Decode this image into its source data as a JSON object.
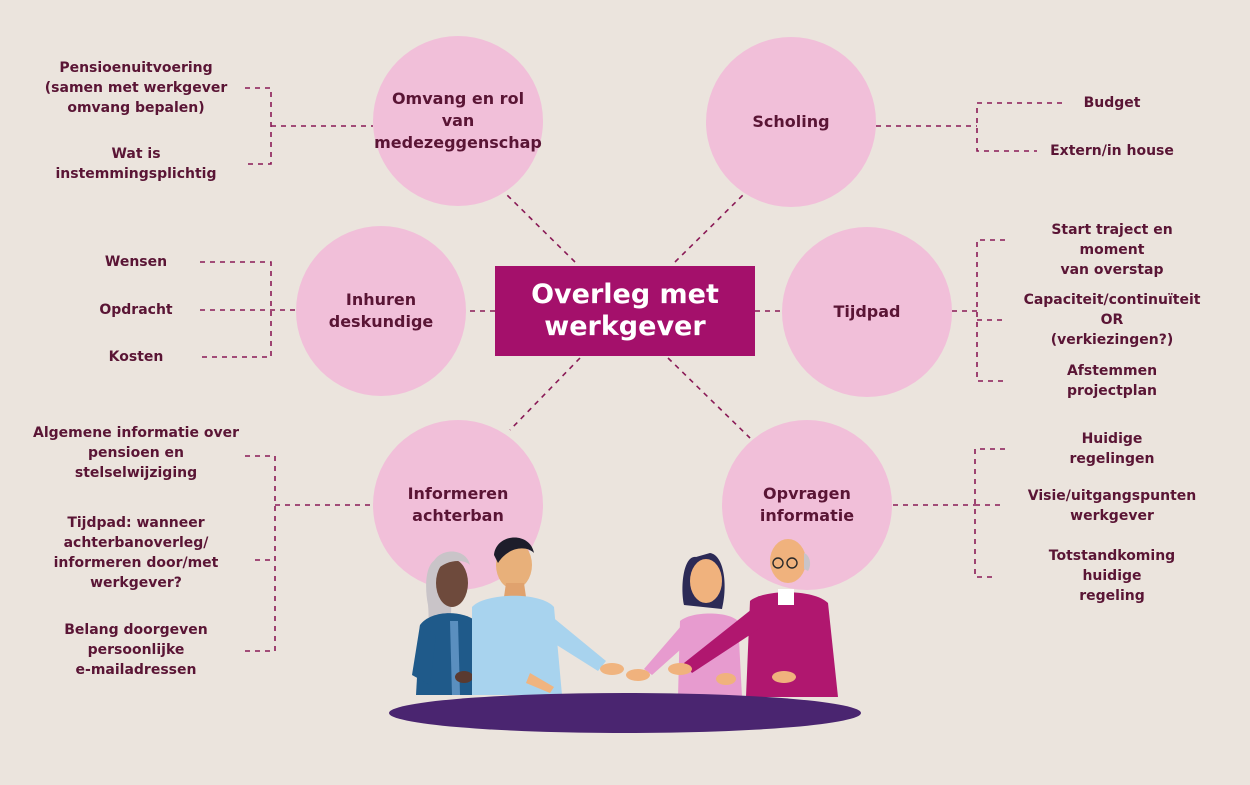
{
  "center": "Overleg met\nwerkgever",
  "bubbles": {
    "omvang": "Omvang en rol van\nmedezeggenschap",
    "scholing": "Scholing",
    "inhuren": "Inhuren\ndeskundige",
    "tijdpad": "Tijdpad",
    "informeren": "Informeren\nachterban",
    "opvragen": "Opvragen\ninformatie"
  },
  "labels": {
    "omvang": [
      "Pensioenuitvoering\n(samen met werkgever\nomvang bepalen)",
      "Wat is\ninstemmingsplichtig"
    ],
    "scholing": [
      "Budget",
      "Extern/in house"
    ],
    "inhuren": [
      "Wensen",
      "Opdracht",
      "Kosten"
    ],
    "tijdpad": [
      "Start traject en moment\nvan overstap",
      "Capaciteit/continuïteit OR\n(verkiezingen?)",
      "Afstemmen projectplan"
    ],
    "informeren": [
      "Algemene informatie over\npensioen en\nstelselwijziging",
      "Tijdpad: wanneer\nachterbanoverleg/\ninformeren door/met\nwerkgever?",
      "Belang doorgeven\npersoonlijke\ne-mailadressen"
    ],
    "opvragen": [
      "Huidige regelingen",
      "Visie/uitgangspunten\nwerkgever",
      "Totstandkoming huidige\nregeling"
    ]
  },
  "colors": {
    "background": "#ebe4dd",
    "bubble": "#f1bfd9",
    "center": "#a4106b",
    "text": "#5a1535",
    "dash": "#8a1a56",
    "table": "#4a2570"
  }
}
